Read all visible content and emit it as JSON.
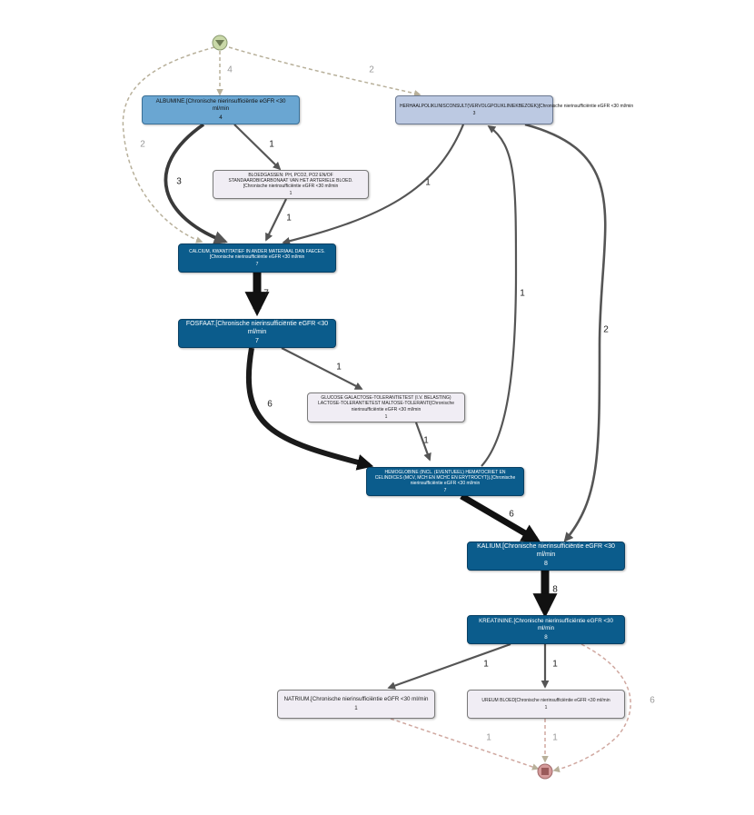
{
  "colors": {
    "activity_dark": "#0b5c8c",
    "activity_mid": "#6aa6d2",
    "activity_pale": "#bcc9e2",
    "activity_light": "#f0edf4",
    "start_fill": "#c9d8a8",
    "end_fill": "#d49a9a",
    "edge_solid": "#555555",
    "edge_dashed": "#b8b09a"
  },
  "nodes": {
    "albumine": {
      "label": "ALBUMINE.[Chronische nierinsufficiëntie eGFR <30 ml/min",
      "count": "4"
    },
    "hernaal": {
      "label": "HERHAALPOLIKLINISCONSULT(VERVOLGPOLIKLINIEKBEZOEK)[Chronische nierinsufficiëntie eGFR <30 ml/min",
      "count": "3"
    },
    "bloedgassen": {
      "label": "BLOEDGASSEN: PH, PCO2, PO2 EN/OF STANDAARDBICARBONAAT VAN HET ARTERIELE BLOED.[Chronische nierinsufficiëntie eGFR <30 ml/min",
      "count": "1"
    },
    "calcium": {
      "label": "CALCIUM, KWANTITATIEF IN ANDER MATERIAAL DAN FAECES.[Chronische nierinsufficiëntie eGFR <30 ml/min",
      "count": "7"
    },
    "fosfaat": {
      "label": "FOSFAAT.[Chronische nierinsufficiëntie eGFR <30 ml/min",
      "count": "7"
    },
    "glucose": {
      "label": "GLUCOSE GALACTOSE-TOLERANTIETEST (I.V. BELASTING) LACTOSE-TOLERANTIETEST MALTOSE-TOLERANTI[Chronische nierinsufficiëntie eGFR <30 ml/min",
      "count": "1"
    },
    "hemoglobine": {
      "label": "HEMOGLOBINE (INCL. (EVENTUEEL) HEMATOCRIET EN CELINDICES (MCV, MCH EN MCHC EN ERYTROCYT)).[Chronische nierinsufficiëntie eGFR <30 ml/min",
      "count": "7"
    },
    "kalium": {
      "label": "KALIUM.[Chronische nierinsufficiëntie eGFR <30 ml/min",
      "count": "8"
    },
    "kreatinine": {
      "label": "KREATININE.[Chronische nierinsufficiëntie eGFR <30 ml/min",
      "count": "8"
    },
    "natrium": {
      "label": "NATRIUM.[Chronische nierinsufficiëntie eGFR <30 ml/min",
      "count": "1"
    },
    "ureum": {
      "label": "UREUM BLOED[Chronische nierinsufficiëntie eGFR <30 ml/min",
      "count": "1"
    }
  },
  "edges": [
    {
      "id": "start-albumine",
      "label": "4"
    },
    {
      "id": "start-hernaal",
      "label": "2"
    },
    {
      "id": "start-calcium",
      "label": "2"
    },
    {
      "id": "albumine-bloedgassen",
      "label": "1"
    },
    {
      "id": "albumine-calcium",
      "label": "3"
    },
    {
      "id": "bloedgassen-calcium",
      "label": "1"
    },
    {
      "id": "hernaal-calcium",
      "label": "1"
    },
    {
      "id": "hernaal-kalium",
      "label": "2"
    },
    {
      "id": "calcium-fosfaat",
      "label": "7"
    },
    {
      "id": "fosfaat-glucose",
      "label": "1"
    },
    {
      "id": "fosfaat-hemoglobine",
      "label": "6"
    },
    {
      "id": "glucose-hemoglobine",
      "label": "1"
    },
    {
      "id": "hemoglobine-hernaal",
      "label": "1"
    },
    {
      "id": "hemoglobine-kalium",
      "label": "6"
    },
    {
      "id": "kalium-kreatinine",
      "label": "8"
    },
    {
      "id": "kreatinine-natrium",
      "label": "1"
    },
    {
      "id": "kreatinine-ureum",
      "label": "1"
    },
    {
      "id": "kreatinine-end",
      "label": "6"
    },
    {
      "id": "natrium-end",
      "label": "1"
    },
    {
      "id": "ureum-end",
      "label": "1"
    }
  ]
}
